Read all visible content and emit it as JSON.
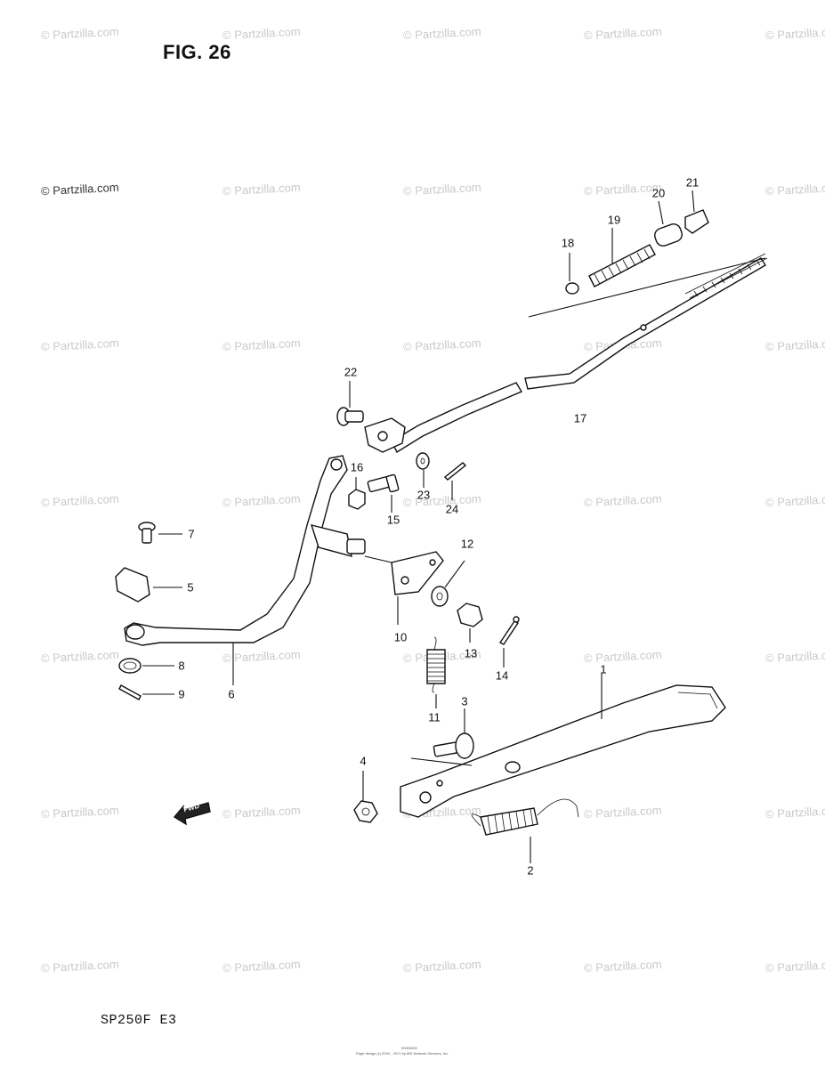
{
  "figure_title": "FIG. 26",
  "model_code": "SP250F  E3",
  "footer_id": "00000000",
  "footer_copyright": "Page design (c) 2004 - 2017 by ARI Network Services, Inc.",
  "watermark_text": "© Partzilla.com",
  "fwd_label": "FWD",
  "callouts": [
    {
      "id": "1",
      "label": "1"
    },
    {
      "id": "2",
      "label": "2"
    },
    {
      "id": "3",
      "label": "3"
    },
    {
      "id": "4",
      "label": "4"
    },
    {
      "id": "5",
      "label": "5"
    },
    {
      "id": "6",
      "label": "6"
    },
    {
      "id": "7",
      "label": "7"
    },
    {
      "id": "8",
      "label": "8"
    },
    {
      "id": "9",
      "label": "9"
    },
    {
      "id": "10",
      "label": "10"
    },
    {
      "id": "11",
      "label": "11"
    },
    {
      "id": "12",
      "label": "12"
    },
    {
      "id": "13",
      "label": "13"
    },
    {
      "id": "14",
      "label": "14"
    },
    {
      "id": "15",
      "label": "15"
    },
    {
      "id": "16",
      "label": "16"
    },
    {
      "id": "17",
      "label": "17"
    },
    {
      "id": "18",
      "label": "18"
    },
    {
      "id": "19",
      "label": "19"
    },
    {
      "id": "20",
      "label": "20"
    },
    {
      "id": "21",
      "label": "21"
    },
    {
      "id": "22",
      "label": "22"
    },
    {
      "id": "23",
      "label": "23"
    },
    {
      "id": "24",
      "label": "24"
    }
  ]
}
